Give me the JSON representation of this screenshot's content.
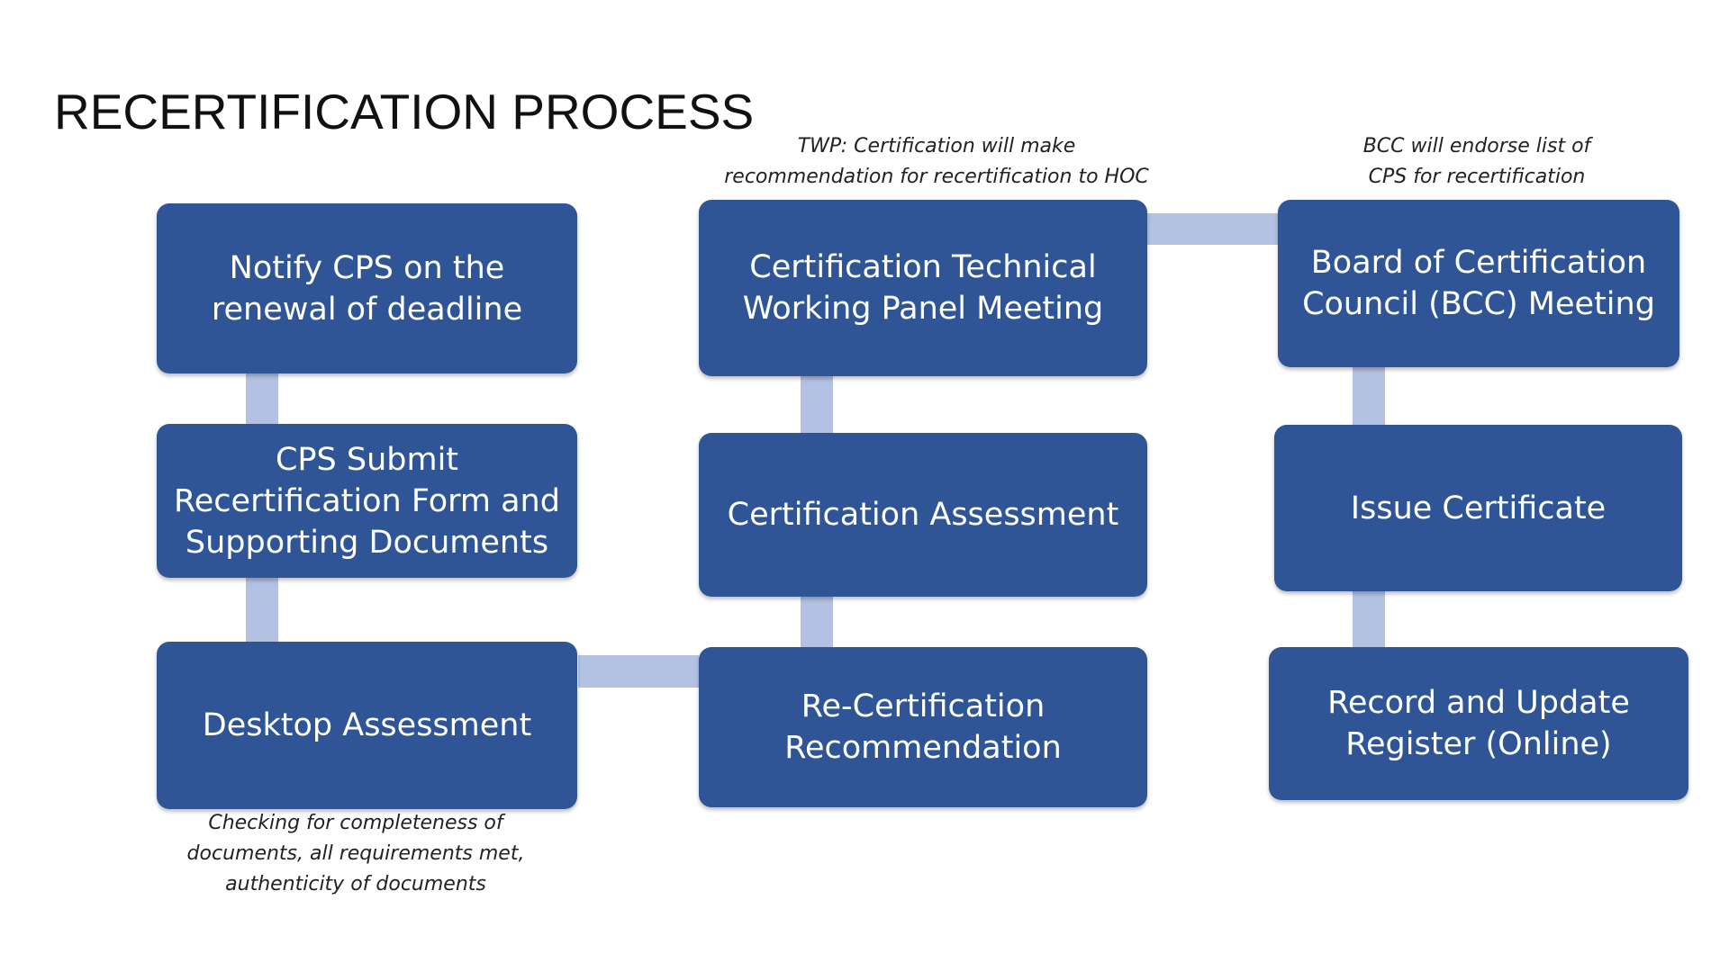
{
  "title": "RECERTIFICATION PROCESS",
  "colors": {
    "box_fill": "#2f5597",
    "connector": "#b3c1e2",
    "box_text": "#ffffff",
    "title_text": "#111111"
  },
  "steps": [
    {
      "id": "notify",
      "label": "Notify CPS on the\nrenewal of deadline"
    },
    {
      "id": "submit",
      "label": "CPS Submit\nRecertification Form and\nSupporting Documents"
    },
    {
      "id": "desktop",
      "label": "Desktop Assessment"
    },
    {
      "id": "recommendation",
      "label": "Re-Certification\nRecommendation"
    },
    {
      "id": "assessment",
      "label": "Certification Assessment"
    },
    {
      "id": "twp",
      "label": "Certification Technical\nWorking Panel Meeting"
    },
    {
      "id": "bcc",
      "label": "Board of Certification\nCouncil (BCC) Meeting"
    },
    {
      "id": "issue",
      "label": "Issue Certificate"
    },
    {
      "id": "record",
      "label": "Record and Update\nRegister (Online)"
    }
  ],
  "notes": {
    "twp": "TWP: Certification will make\nrecommendation for recertification  to HOC",
    "bcc": "BCC will endorse list of\nCPS for recertification",
    "desktop": "Checking for completeness of\ndocuments, all requirements met,\nauthenticity of documents"
  }
}
